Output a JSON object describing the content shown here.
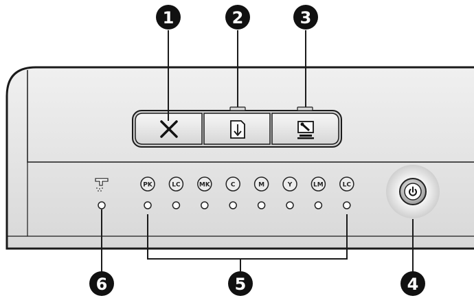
{
  "callouts": {
    "c1": "1",
    "c2": "2",
    "c3": "3",
    "c4": "4",
    "c5": "5",
    "c6": "6"
  },
  "ink_cartridges": [
    "PK",
    "LC",
    "MK",
    "C",
    "M",
    "Y",
    "LM",
    "LC"
  ],
  "icons": {
    "cancel": "x-icon",
    "resume": "resume-page-icon",
    "maintenance": "wrench-icon",
    "power": "power-icon",
    "paper": "paper-feed-icon"
  },
  "colors": {
    "panel": "#e4e4e4",
    "outline": "#1a1a1a",
    "callout": "#111111"
  }
}
